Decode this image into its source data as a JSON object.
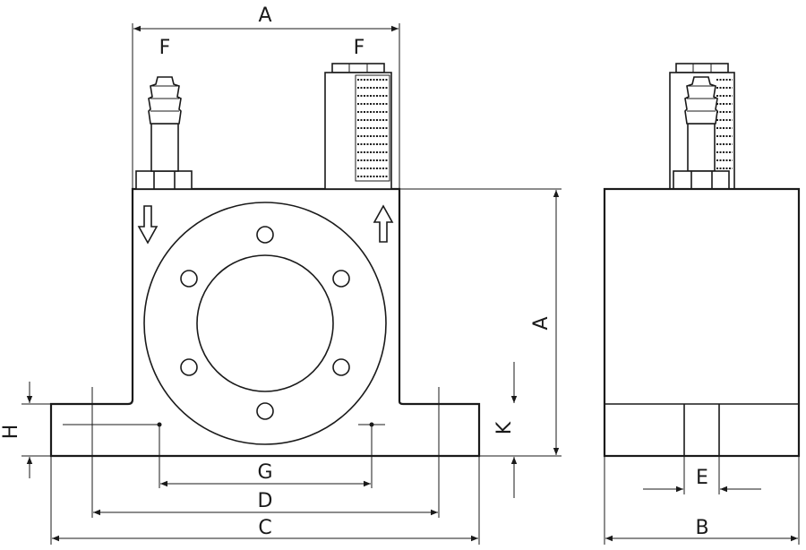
{
  "labels": {
    "top_width": "A",
    "inlet_left": "F",
    "inlet_right": "F",
    "side_height": "A",
    "foot_height": "H",
    "base_k": "K",
    "g": "G",
    "d": "D",
    "c": "C",
    "e": "E",
    "b": "B"
  }
}
